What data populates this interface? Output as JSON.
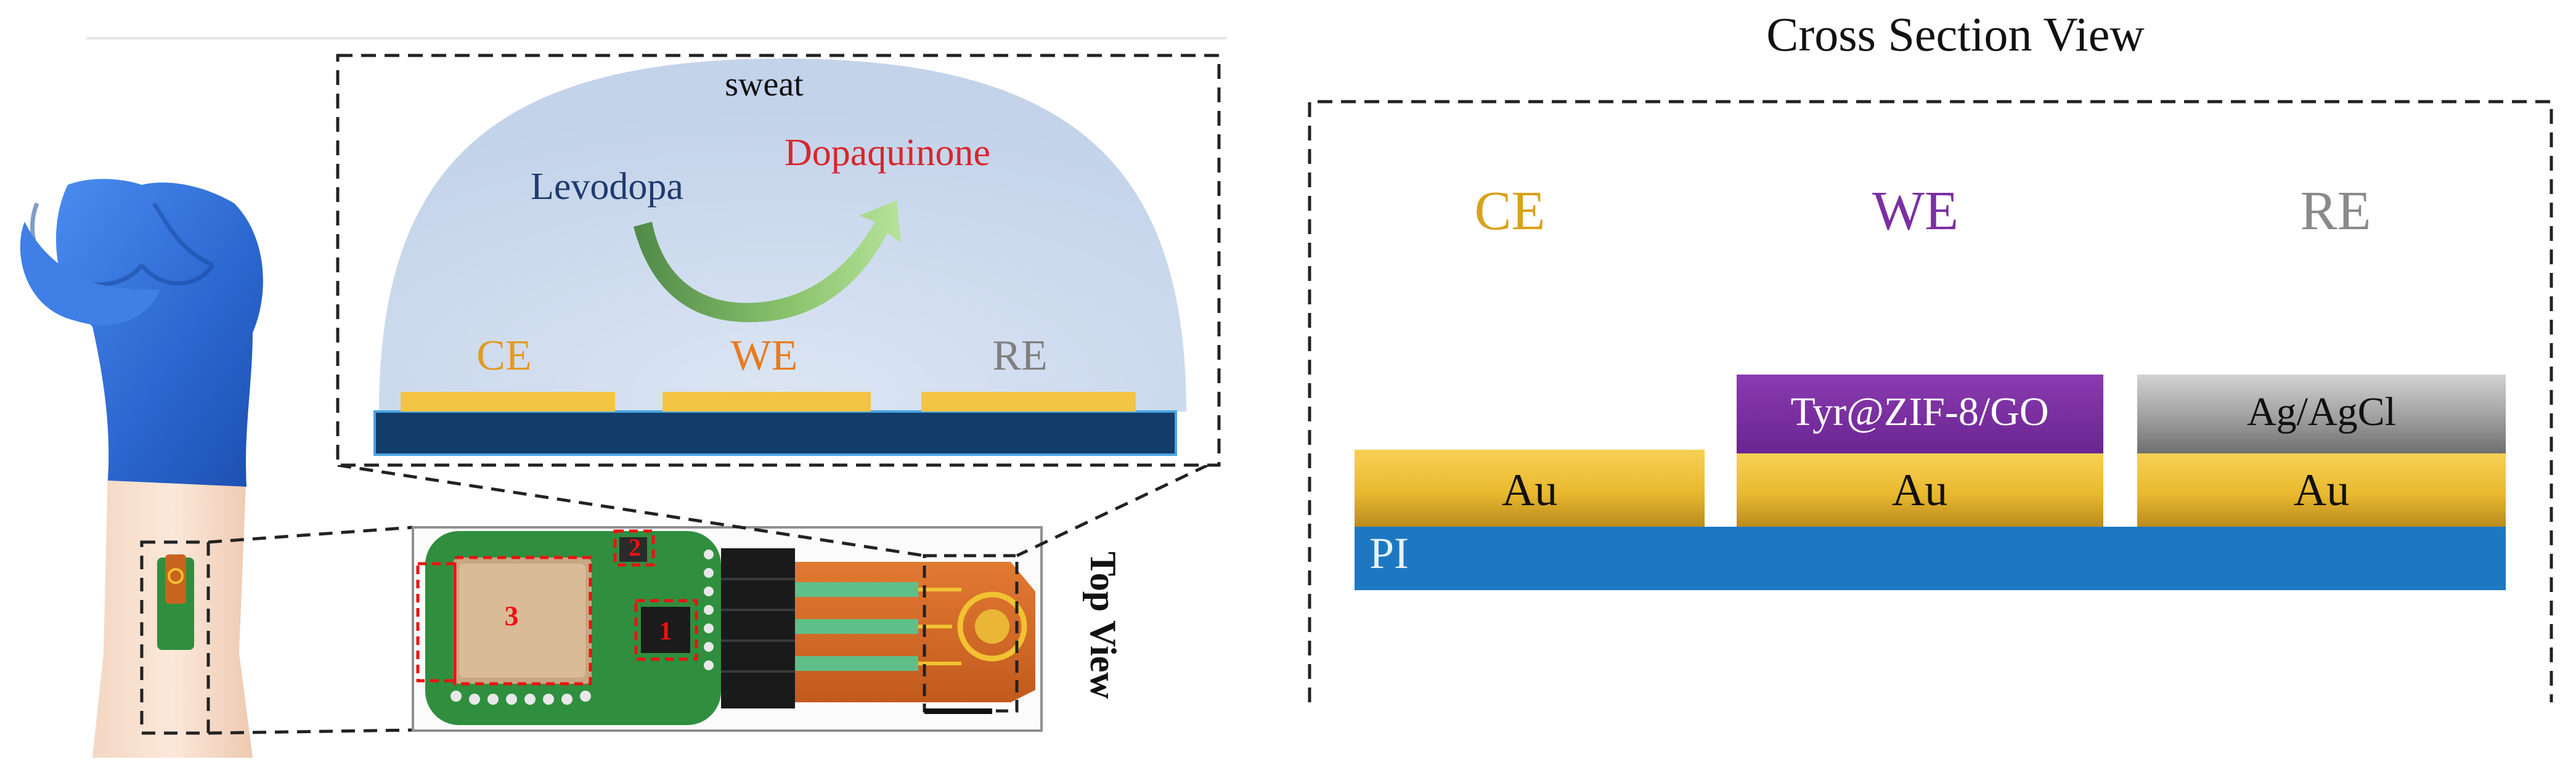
{
  "zoom": {
    "sweat_label": "sweat",
    "reactant": "Levodopa",
    "product": "Dopaquinone",
    "electrodes": [
      "CE",
      "WE",
      "RE"
    ]
  },
  "board": {
    "chip_labels": [
      "3",
      "2",
      "1"
    ],
    "view_label": "Top View"
  },
  "cross_section": {
    "title": "Cross Section View",
    "electrode_headers": [
      "CE",
      "WE",
      "RE"
    ],
    "layers": {
      "ce_base": "Au",
      "we_coating": "Tyr@ZIF-8/GO",
      "we_base": "Au",
      "re_coating": "Ag/AgCl",
      "re_base": "Au",
      "substrate": "PI"
    }
  },
  "colors": {
    "gold": "#f1c232",
    "ce_text": "#d9a21b",
    "we_text": "#7c2fa3",
    "re_text": "#8a8a8a",
    "we_layer": "#7b2c9e",
    "re_layer": "#8c8c8c",
    "pi_layer": "#1e78c1",
    "zoom_ce_text": "#e39a22",
    "zoom_we_text": "#e87a20",
    "zoom_re_text": "#7f7f7f",
    "levodopa": "#1f3a6e",
    "dopaquinone": "#d8262c",
    "sweat_dome": "#cbd8eb",
    "zoom_substrate": "#123c6a",
    "glove": "#2f6fd6",
    "skin": "#f2d3bd",
    "pcb": "#2f8f3e",
    "flex": "#d9702c"
  }
}
